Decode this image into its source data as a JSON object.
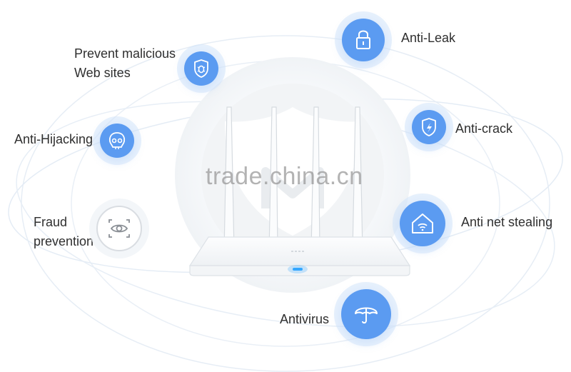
{
  "features": {
    "prevent_malicious": "Prevent malicious Web sites",
    "anti_leak": "Anti-Leak",
    "anti_hijacking": "Anti-Hijacking",
    "anti_crack": "Anti-crack",
    "fraud_prevention": "Fraud prevention",
    "anti_net_stealing": "Anti net stealing",
    "antivirus": "Antivirus"
  },
  "icons": {
    "prevent_malicious": "bug-shield-icon",
    "anti_leak": "lock-icon",
    "anti_hijacking": "skull-icon",
    "anti_crack": "lightning-shield-icon",
    "fraud_prevention": "eye-scan-icon",
    "anti_net_stealing": "wifi-house-icon",
    "antivirus": "umbrella-icon"
  },
  "watermark": "trade.china.cn",
  "colors": {
    "accent_blue": "#5b9bf1",
    "text": "#2f2f2f",
    "router_led": "#35a7ff"
  }
}
